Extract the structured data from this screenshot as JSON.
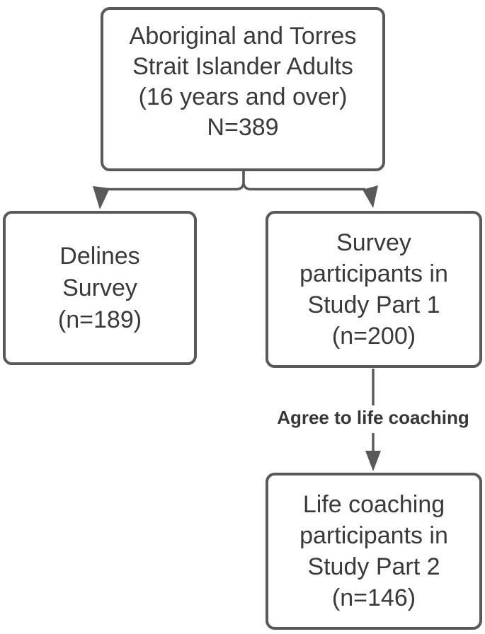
{
  "colors": {
    "box_border": "#595959",
    "line": "#595959",
    "arrowhead": "#595959",
    "text": "#3a3a3a",
    "edge_label_text": "#373737",
    "background": "#ffffff"
  },
  "flowchart": {
    "top_box": {
      "lines": [
        "Aboriginal and Torres",
        "Strait Islander Adults",
        "(16 years and over)",
        "N=389"
      ]
    },
    "left_box": {
      "lines": [
        "Delines",
        "Survey",
        "(n=189)"
      ]
    },
    "right_box": {
      "lines": [
        "Survey",
        "participants in",
        "Study Part 1",
        "(n=200)"
      ]
    },
    "bottom_box": {
      "lines": [
        "Life coaching",
        "participants in",
        "Study Part 2",
        "(n=146)"
      ]
    },
    "edge_label": "Agree to life coaching"
  }
}
